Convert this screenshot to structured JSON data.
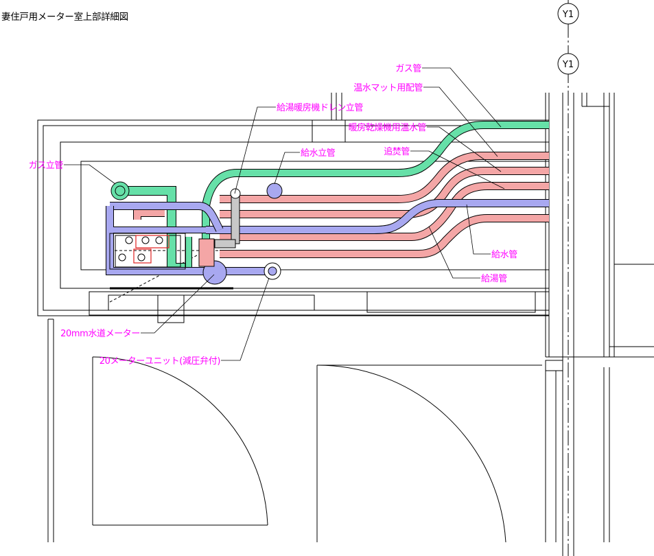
{
  "title": "妻住戸用メーター室上部詳細図",
  "grid_marks": [
    "Y1",
    "Y1"
  ],
  "labels": {
    "gas_pipe": "ガス管",
    "hot_water_mat": "温水マット用配管",
    "heater_dryer_hot_water": "暖房乾燥機用温水管",
    "reheat_pipe": "追焚管",
    "water_supply_pipe": "給水管",
    "hot_water_supply_pipe": "給湯管",
    "drain_riser": "給湯暖房機ドレン立管",
    "water_riser": "給水立管",
    "gas_riser": "ガス立管",
    "water_meter": "20mm水道メーター",
    "meter_unit": "20メーターユニット(減圧弁付)"
  },
  "colors": {
    "gas": "#66e0a8",
    "hot_water": "#f4a6a6",
    "water": "#a8a8f0",
    "drain": "#c8c8c8",
    "label": "#ff00ff",
    "valve": "#e02020"
  }
}
